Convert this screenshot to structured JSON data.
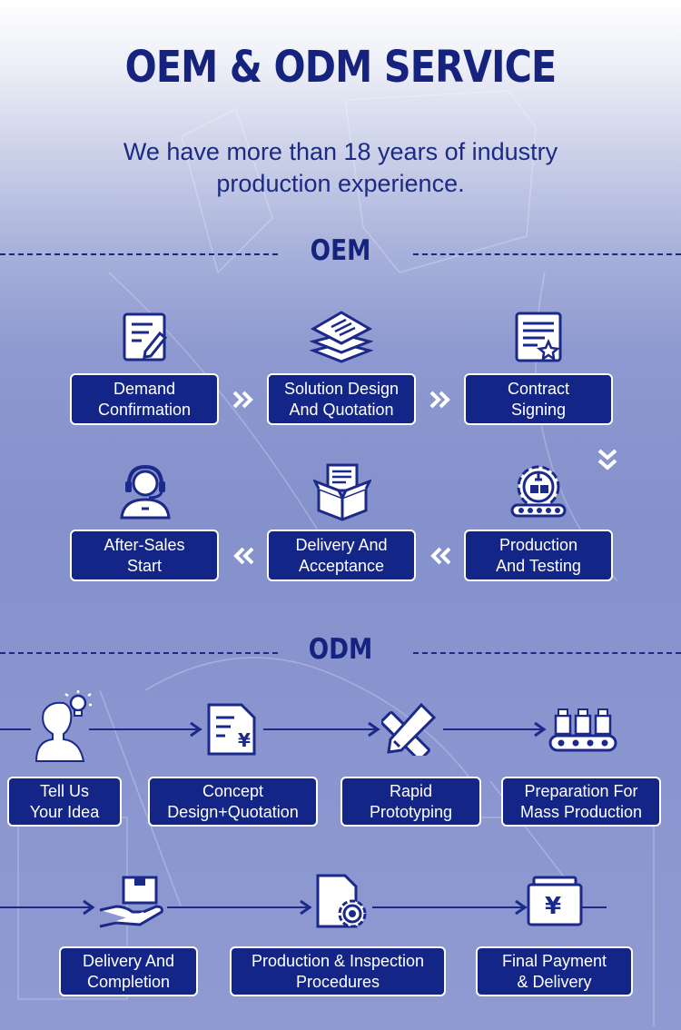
{
  "header": {
    "title": "OEM & ODM SERVICE",
    "subtitle_line1": "We have more than 18 years of industry",
    "subtitle_line2": "production experience."
  },
  "oem": {
    "label": "OEM",
    "steps": [
      {
        "label": "Demand\nConfirmation",
        "icon": "edit-document-icon"
      },
      {
        "label": "Solution Design\nAnd Quotation",
        "icon": "layers-icon"
      },
      {
        "label": "Contract\nSigning",
        "icon": "contract-icon"
      },
      {
        "label": "Production\nAnd Testing",
        "icon": "factory-gear-icon"
      },
      {
        "label": "Delivery And\nAcceptance",
        "icon": "open-box-icon"
      },
      {
        "label": "After-Sales\nStart",
        "icon": "customer-service-icon"
      }
    ]
  },
  "odm": {
    "label": "ODM",
    "steps": [
      {
        "label": "Tell Us\nYour Idea",
        "icon": "idea-person-icon"
      },
      {
        "label": "Concept\nDesign+Quotation",
        "icon": "quotation-document-icon"
      },
      {
        "label": "Rapid\nPrototyping",
        "icon": "ruler-pencil-icon"
      },
      {
        "label": "Preparation For\nMass Production",
        "icon": "conveyor-icon"
      },
      {
        "label": "Delivery And\nCompletion",
        "icon": "hand-box-icon"
      },
      {
        "label": "Production & Inspection\nProcedures",
        "icon": "document-gear-icon"
      },
      {
        "label": "Final Payment\n& Delivery",
        "icon": "payment-wallet-icon"
      }
    ]
  },
  "colors": {
    "navy": "#132687",
    "title": "#16237e",
    "line": "#1b2a8a"
  }
}
